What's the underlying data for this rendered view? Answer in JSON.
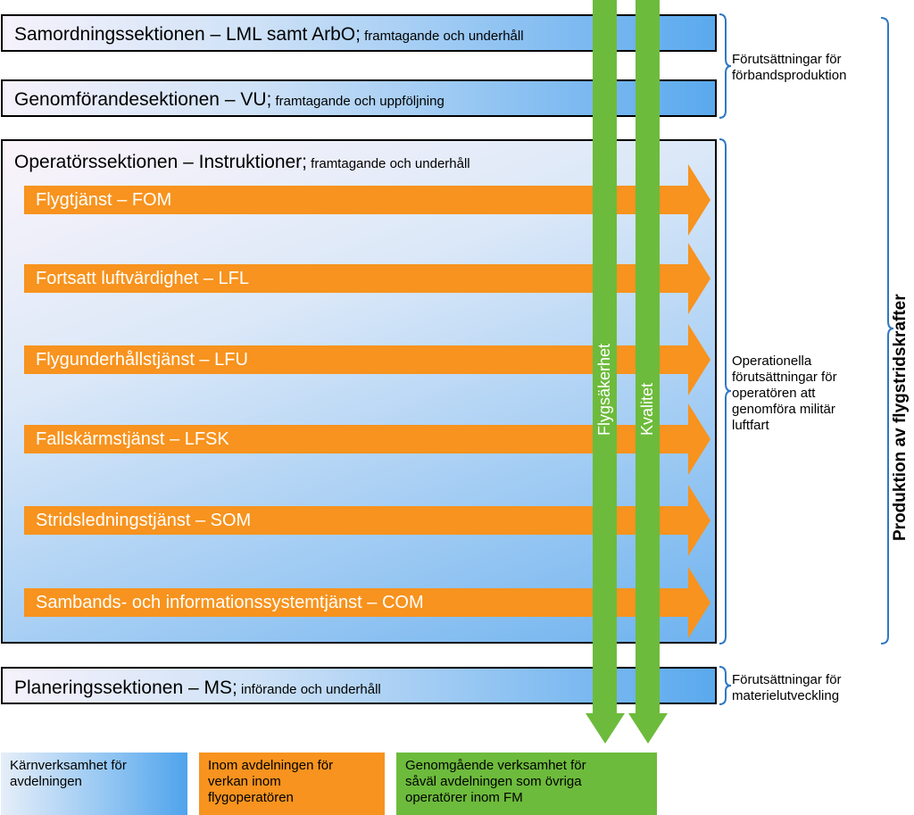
{
  "sections": {
    "samordning": {
      "main": "Samordningssektionen – LML samt ArbO;",
      "sub": " framtagande och underhåll"
    },
    "genomforande": {
      "main": "Genomförandesektionen – VU;",
      "sub": " framtagande och uppföljning"
    },
    "operator": {
      "main": "Operatörssektionen – Instruktioner;",
      "sub": " framtagande och underhåll"
    },
    "planering": {
      "main": "Planeringssektionen – MS;",
      "sub": " införande och underhåll"
    }
  },
  "services": [
    "Flygtjänst – FOM",
    "Fortsatt luftvärdighet – LFL",
    "Flygunderhållstjänst – LFU",
    "Fallskärmstjänst – LFSK",
    "Stridsledningstjänst – SOM",
    "Sambands- och informationssystemtjänst – COM"
  ],
  "cross_cutting": {
    "flygsakerhet": "Flygsäkerhet",
    "kvalitet": "Kvalitet"
  },
  "side_labels": {
    "forband": [
      "Förutsättningar för",
      "förbandsproduktion"
    ],
    "operationella": [
      "Operationella",
      "förutsättningar för",
      "operatören att",
      "genomföra militär",
      "luftfart"
    ],
    "materiel": [
      "Förutsättningar för",
      "materielutveckling"
    ],
    "produktion": "Produktion av flygstridskrafter"
  },
  "legend": {
    "blue": [
      "Kärnverksamhet för",
      "avdelningen"
    ],
    "orange": [
      "Inom avdelningen för",
      "verkan inom",
      "flygoperatören"
    ],
    "green": [
      "Genomgående verksamhet för",
      "såväl avdelningen som övriga",
      "operatörer inom FM"
    ]
  },
  "colors": {
    "orange": "#f7931e",
    "green": "#6dbb3c",
    "blue": "#5aa9ee"
  }
}
